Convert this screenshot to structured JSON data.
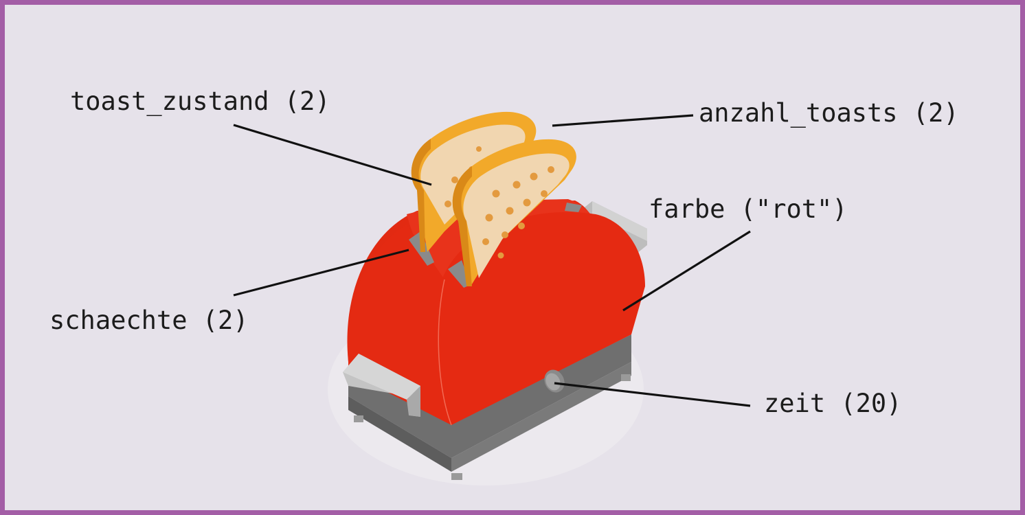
{
  "labels": {
    "toast_zustand": "toast_zustand (2)",
    "anzahl_toasts": "anzahl_toasts (2)",
    "farbe": "farbe (\"rot\")",
    "schaechte": "schaechte (2)",
    "zeit": "zeit (20)"
  },
  "colors": {
    "border": "#a35ea6",
    "background": "#e6e2ea",
    "toaster_body": "#e52a12",
    "toaster_base": "#6f6f6f",
    "handle": "#c4c4c4",
    "toast_crust": "#f2a92a",
    "toast_crumb": "#f1d6b0",
    "toast_holes": "#e39a3f"
  },
  "icons": {
    "illustration": "toaster-icon"
  }
}
